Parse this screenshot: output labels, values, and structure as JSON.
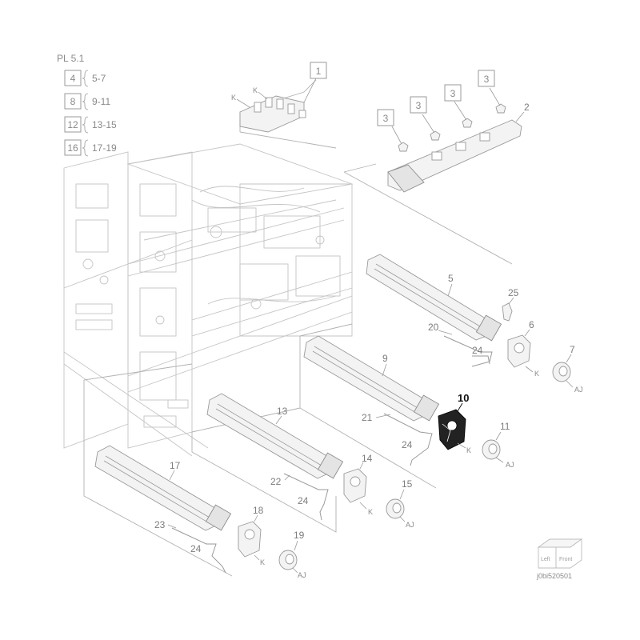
{
  "plate_ref": "PL 5.1",
  "index_refs": [
    {
      "box": "4",
      "range": "5-7"
    },
    {
      "box": "8",
      "range": "9-11"
    },
    {
      "box": "12",
      "range": "13-15"
    },
    {
      "box": "16",
      "range": "17-19"
    }
  ],
  "callouts": {
    "c1": "1",
    "c2": "2",
    "c3a": "3",
    "c3b": "3",
    "c3c": "3",
    "c3d": "3",
    "c5": "5",
    "c6": "6",
    "c7": "7",
    "c9": "9",
    "c10": "10",
    "c11": "11",
    "c13": "13",
    "c14": "14",
    "c15": "15",
    "c17": "17",
    "c18": "18",
    "c19": "19",
    "c20": "20",
    "c21": "21",
    "c22": "22",
    "c23": "23",
    "c24a": "24",
    "c24b": "24",
    "c24c": "24",
    "c24d": "24",
    "c25": "25"
  },
  "variant_marks": {
    "k_top1": "K",
    "k_top2": "K",
    "k_6": "K",
    "aj_7": "AJ",
    "k_10": "K",
    "aj_11": "AJ",
    "k_14": "K",
    "aj_15": "AJ",
    "k_18": "K",
    "aj_19": "AJ"
  },
  "orientation_badge": {
    "left": "Left",
    "front": "Front"
  },
  "image_code": "j0bi520501"
}
